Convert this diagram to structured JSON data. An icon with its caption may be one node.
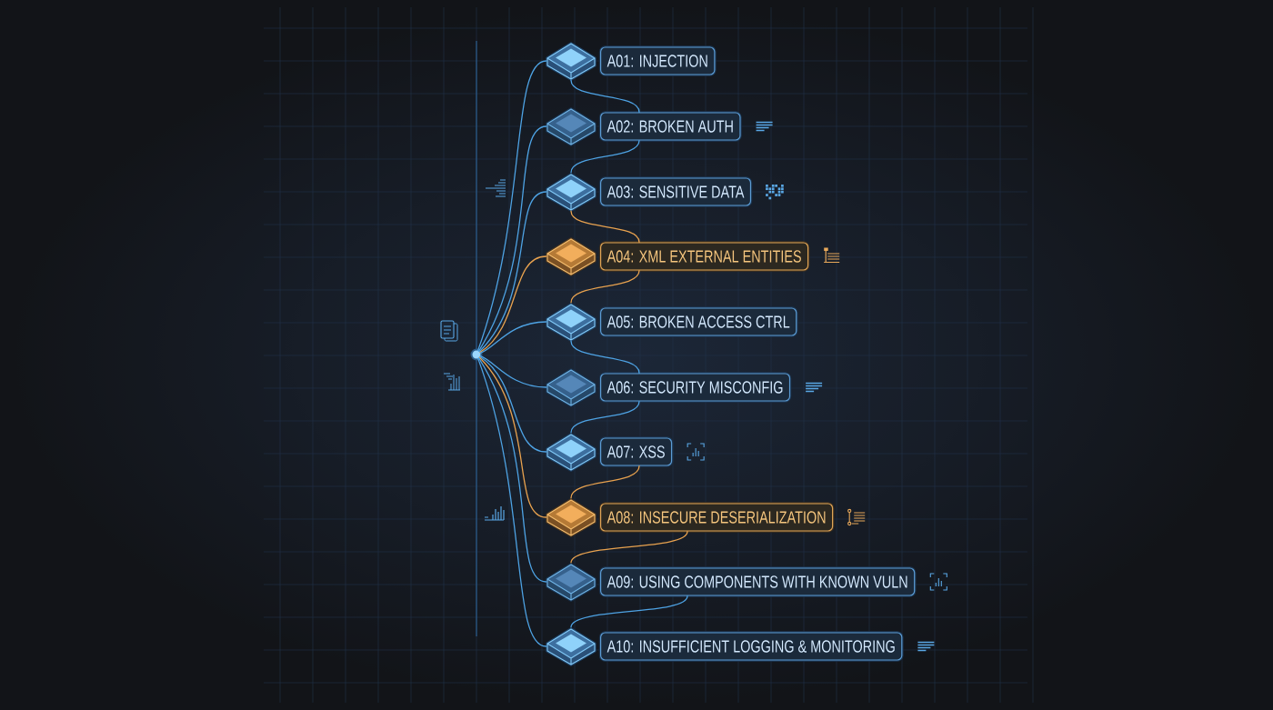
{
  "diagram": {
    "nodes": [
      {
        "text": [],
        "shape": "circle"
      },
      {
        "text": [],
        "shape": "diamond"
      },
      {
        "text": [
          "A01: INJECTION"
        ]
      },
      {
        "text": [],
        "shape": "diamond"
      },
      {
        "text": [
          "A02: BROKEN AUTH"
        ]
      },
      {
        "text": [],
        "shape": "diamond"
      },
      {
        "text": [
          "A03: SENSITIVE DATA"
        ]
      },
      {
        "text": [],
        "shape": "diamond"
      },
      {
        "text": [
          "A04: XML EXTERNAL ENTITIES"
        ]
      },
      {
        "text": [],
        "shape": "diamond"
      },
      {
        "text": [
          "A05: BROKEN ACCESS CTRL"
        ]
      },
      {
        "text": [],
        "shape": "diamond"
      },
      {
        "text": [
          "A06: SECURITY MISCONFIG"
        ]
      },
      {
        "text": [],
        "shape": "diamond"
      },
      {
        "text": [
          "A07: XSS"
        ]
      },
      {
        "text": [],
        "shape": "diamond"
      },
      {
        "text": [
          "A08: INSECURE DESERIALIZATION"
        ]
      },
      {
        "text": [],
        "shape": "diamond"
      },
      {
        "text": [
          "A09: USING COMPONENTS WITH KNOWN VULN"
        ]
      },
      {
        "text": [],
        "shape": "diamond"
      },
      {
        "text": [
          "A10: INSUFFICIENT LOGGING & MONITORING"
        ]
      }
    ],
    "edges": [
      {
        "from": 0,
        "to": 1,
        "arrow": "none"
      },
      {
        "from": 0,
        "to": 3,
        "arrow": "none"
      },
      {
        "from": 0,
        "to": 5,
        "arrow": "none"
      },
      {
        "from": 0,
        "to": 7,
        "arrow": "none",
        "color": "#e8a24f"
      },
      {
        "from": 0,
        "to": 9,
        "arrow": "none"
      },
      {
        "from": 0,
        "to": 11,
        "arrow": "none"
      },
      {
        "from": 0,
        "to": 13,
        "arrow": "none"
      },
      {
        "from": 0,
        "to": 15,
        "arrow": "none",
        "color": "#e8a24f"
      },
      {
        "from": 0,
        "to": 17,
        "arrow": "none"
      },
      {
        "from": 0,
        "to": 19,
        "arrow": "none"
      },
      {
        "from": 1,
        "to": 4,
        "arrow": "none"
      },
      {
        "from": 4,
        "to": 5,
        "arrow": "none"
      },
      {
        "from": 5,
        "to": 8,
        "arrow": "none",
        "color": "#e8a24f"
      },
      {
        "from": 8,
        "to": 9,
        "arrow": "none",
        "color": "#e8a24f"
      },
      {
        "from": 9,
        "to": 12,
        "arrow": "none"
      },
      {
        "from": 12,
        "to": 13,
        "arrow": "none"
      },
      {
        "from": 14,
        "to": 15,
        "arrow": "none",
        "color": "#e8a24f"
      },
      {
        "from": 16,
        "to": 17,
        "arrow": "none",
        "color": "#e8a24f"
      },
      {
        "from": 18,
        "to": 19,
        "arrow": "none"
      }
    ]
  }
}
